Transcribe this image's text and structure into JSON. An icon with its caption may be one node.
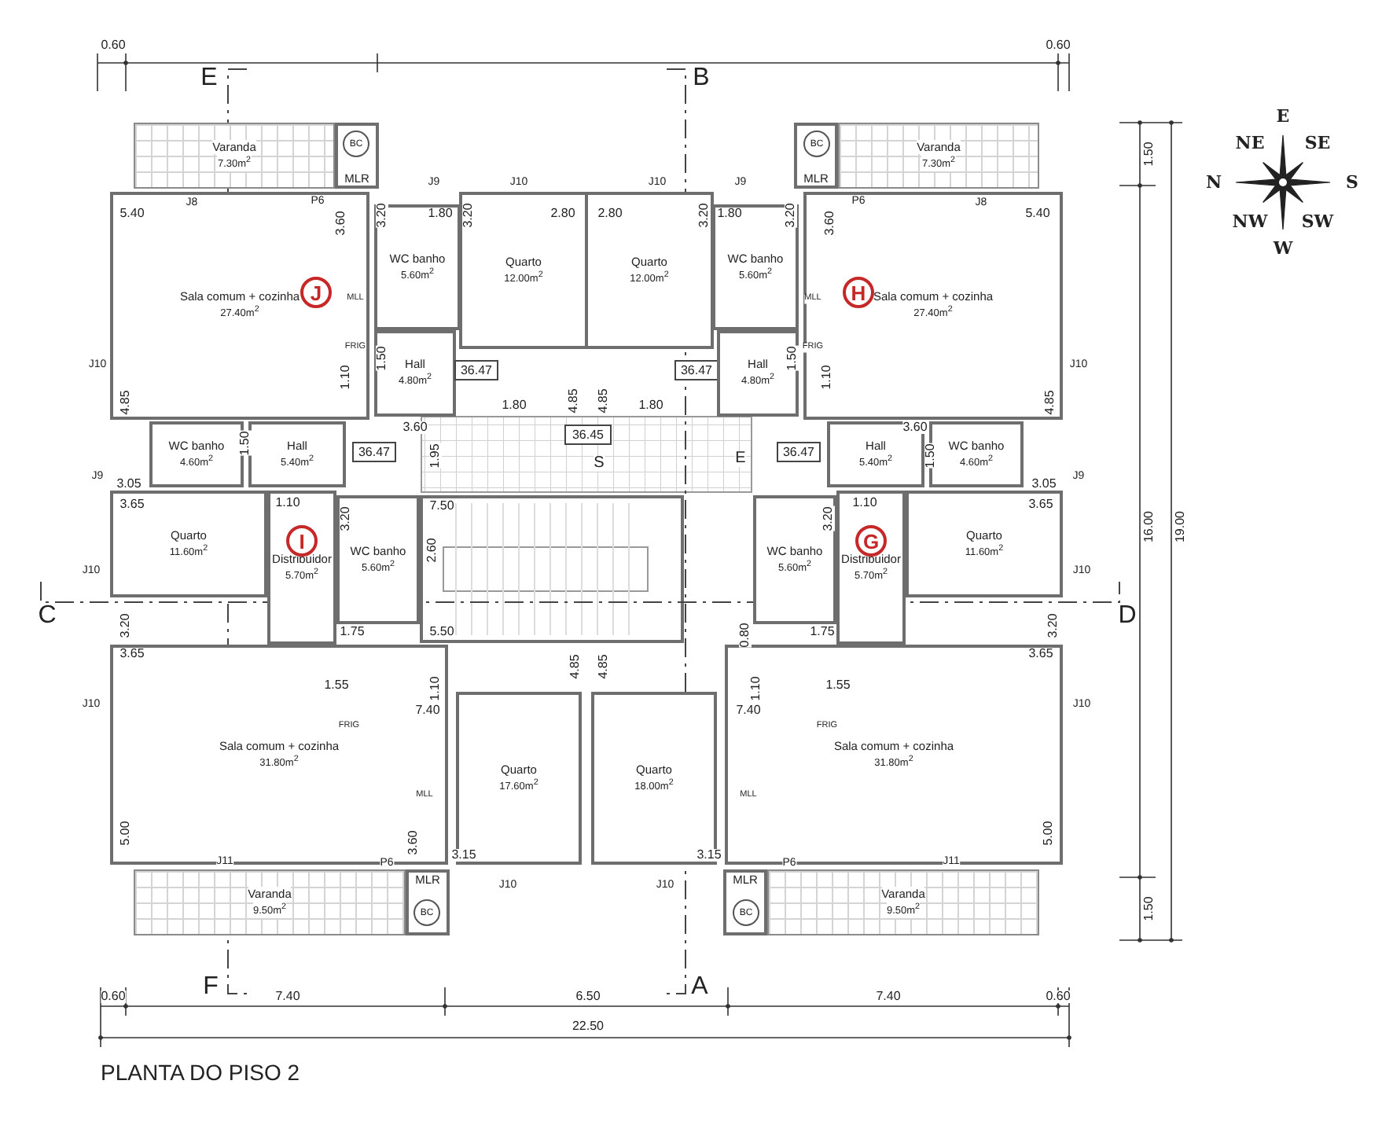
{
  "diagram": {
    "title": "PLANTA DO PISO 2",
    "nodes": [
      {
        "text": [
          "Varanda",
          "7.30m$^{2}$"
        ]
      },
      {
        "text": [
          "MLR"
        ]
      },
      {
        "text": [
          "BC"
        ],
        "in": 1
      },
      {
        "text": [
          "MLR"
        ]
      },
      {
        "text": [
          "BC"
        ],
        "in": 3
      },
      {
        "text": [
          "Varanda",
          "7.30m$^{2}$"
        ]
      },
      {
        "text": [
          "Sala comum + cozinha",
          "27.40m$^{2}$"
        ]
      },
      {
        "text": [
          "J"
        ],
        "in": 6
      },
      {
        "text": [
          "WC banho",
          "5.60m$^{2}$"
        ]
      },
      {
        "text": [
          "Quarto",
          "12.00m$^{2}$"
        ]
      },
      {
        "text": [
          "Quarto",
          "12.00m$^{2}$"
        ]
      },
      {
        "text": [
          "WC banho",
          "5.60m$^{2}$"
        ]
      },
      {
        "text": [
          "Sala comum + cozinha",
          "27.40m$^{2}$"
        ]
      },
      {
        "text": [
          "H"
        ],
        "in": 12
      },
      {
        "text": [
          "Hall",
          "4.80m$^{2}$"
        ]
      },
      {
        "text": [
          "36.47"
        ]
      },
      {
        "text": [
          "36.47"
        ]
      },
      {
        "text": [
          "Hall",
          "4.80m$^{2}$"
        ]
      },
      {
        "text": [
          "WC banho",
          "4.60m$^{2}$"
        ]
      },
      {
        "text": [
          "Hall",
          "5.40m$^{2}$"
        ]
      },
      {
        "text": [
          "36.47"
        ]
      },
      {
        "text": [
          "36.45"
        ]
      },
      {
        "text": [
          "36.47"
        ]
      },
      {
        "text": [
          "Hall",
          "5.40m$^{2}$"
        ]
      },
      {
        "text": [
          "WC banho",
          "4.60m$^{2}$"
        ]
      },
      {
        "text": [
          "Quarto",
          "11.60m$^{2}$"
        ]
      },
      {
        "text": [
          "Distribuidor",
          "5.70m$^{2}$"
        ]
      },
      {
        "text": [
          "I"
        ],
        "in": 26
      },
      {
        "text": [
          "WC banho",
          "5.60m$^{2}$"
        ]
      },
      {
        "text": [
          "WC banho",
          "5.60m$^{2}$"
        ]
      },
      {
        "text": [
          "Distribuidor",
          "5.70m$^{2}$"
        ]
      },
      {
        "text": [
          "G"
        ],
        "in": 30
      },
      {
        "text": [
          "Quarto",
          "11.60m$^{2}$"
        ]
      },
      {
        "text": [
          "Sala comum + cozinha",
          "31.80m$^{2}$"
        ]
      },
      {
        "text": [
          "Sala comum + cozinha",
          "31.80m$^{2}$"
        ]
      },
      {
        "text": [
          "Quarto",
          "17.60m$^{2}$"
        ]
      },
      {
        "text": [
          "Quarto",
          "18.00m$^{2}$"
        ]
      },
      {
        "text": [
          "Varanda",
          "9.50m$^{2}$"
        ]
      },
      {
        "text": [
          "MLR"
        ]
      },
      {
        "text": [
          "BC"
        ],
        "in": 38
      },
      {
        "text": [
          "MLR"
        ]
      },
      {
        "text": [
          "BC"
        ],
        "in": 40
      },
      {
        "text": [
          "Varanda",
          "9.50m$^{2}$"
        ]
      }
    ],
    "labels": [
      "0.60",
      "0.60",
      "E",
      "B",
      "E",
      "NE",
      "SE",
      "1.50",
      "N",
      "S",
      "J9",
      "J10",
      "J10",
      "J9",
      "J8",
      "P6",
      "P6",
      "J8",
      "5.40",
      "3.60",
      "3.20",
      "1.80",
      "3.20",
      "2.80",
      "2.80",
      "3.20",
      "1.80",
      "3.20",
      "3.60",
      "5.40",
      "NW",
      "SW",
      "W",
      "MLL",
      "MLL",
      "FRIG",
      "FRIG",
      "1.50",
      "J10",
      "1.50",
      "J10",
      "1.10",
      "1.10",
      "4.85",
      "1.80",
      "4.85",
      "4.85",
      "1.80",
      "4.85",
      "3.60",
      "1.50",
      "1.95",
      "3.60",
      "1.50",
      "S",
      "E",
      "J9",
      "J9",
      "3.05",
      "3.05",
      "3.65",
      "1.10",
      "3.20",
      "7.50",
      "3.20",
      "1.10",
      "3.65",
      "16.00",
      "19.00",
      "2.60",
      "J10",
      "J10",
      "C",
      "D",
      "3.20",
      "1.75",
      "5.50",
      "0.80",
      "1.75",
      "3.20",
      "3.65",
      "3.65",
      "4.85",
      "4.85",
      "1.10",
      "1.10",
      "1.55",
      "1.55",
      "J10",
      "7.40",
      "7.40",
      "FRIG",
      "FRIG",
      "J10",
      "MLL",
      "MLL",
      "5.00",
      "3.60",
      "5.00",
      "3.15",
      "3.15",
      "J11",
      "P6",
      "P6",
      "J11",
      "J10",
      "J10",
      "1.50",
      "F",
      "A",
      "0.60",
      "7.40",
      "6.50",
      "7.40",
      "0.60",
      "22.50"
    ]
  }
}
